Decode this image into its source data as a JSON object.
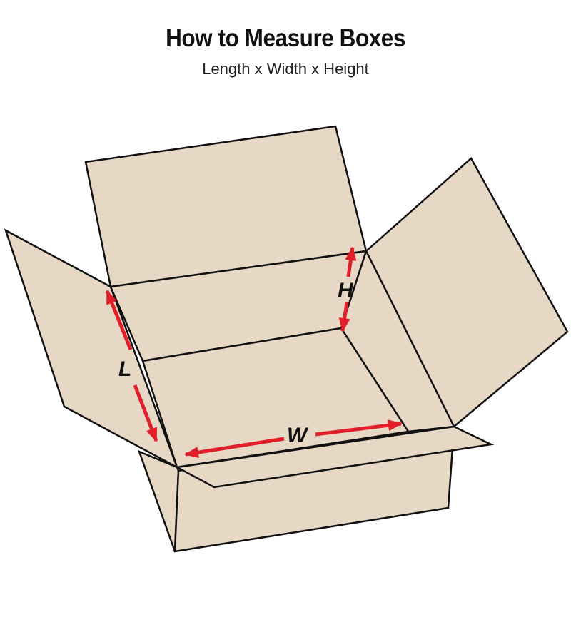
{
  "title": "How to Measure Boxes",
  "subtitle": "Length x Width x Height",
  "labels": {
    "length": "L",
    "width": "W",
    "height": "H"
  },
  "colors": {
    "cardboard": "#e6d8c5",
    "arrow": "#e11f2a",
    "outline": "#111111"
  }
}
